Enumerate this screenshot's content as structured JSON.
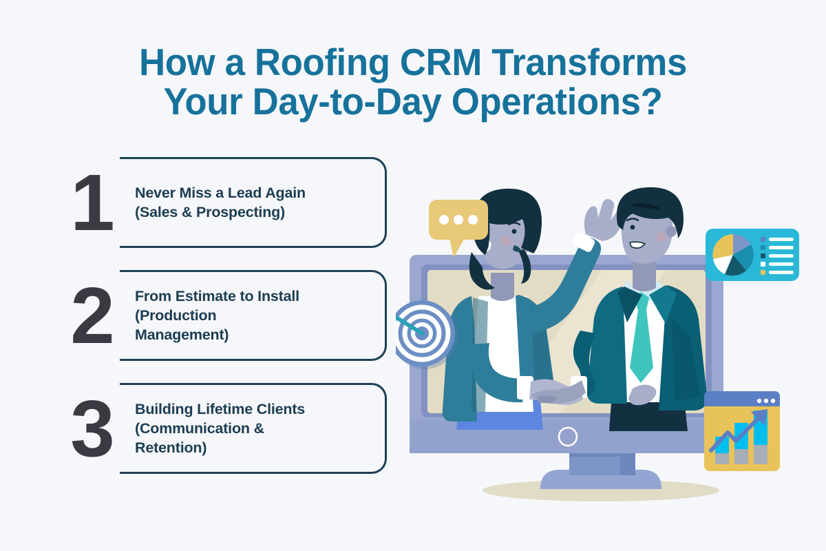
{
  "page": {
    "background_color": "#f6f7fa",
    "accent_color": "#16729b",
    "outline_color": "#1c4255",
    "number_color": "#3b3a42",
    "body_text_color": "#1c3d52"
  },
  "title": {
    "line1": "How a Roofing CRM Transforms",
    "line2": "Your Day-to-Day Operations?"
  },
  "list": {
    "items": [
      {
        "number": "1",
        "line1": "Never Miss a Lead Again",
        "line2": "(Sales & Prospecting)",
        "line3": ""
      },
      {
        "number": "2",
        "line1": "From Estimate to Install",
        "line2": "(Production",
        "line3": "Management)"
      },
      {
        "number": "3",
        "line1": "Building Lifetime Clients",
        "line2": "(Communication &",
        "line3": "Retention)"
      }
    ]
  },
  "illustration": {
    "name": "business-handshake-on-monitor",
    "elements": [
      "monitor",
      "woman-figure",
      "man-figure",
      "handshake",
      "speech-bubble",
      "target-with-arrow",
      "pie-chart-card",
      "bar-chart-card"
    ],
    "colors": {
      "monitor_frame": "#9aa7d0",
      "monitor_frame_dark": "#8391c2",
      "monitor_screen": "#e3dcc4",
      "monitor_stand": "#7d96c8",
      "monitor_base": "#93a5d2",
      "floor_shadow": "#e0dcc6",
      "skin": "#a8aec9",
      "skin_shadow": "#9299b8",
      "hair": "#12303f",
      "woman_blazer": "#2e7d9a",
      "woman_blazer_dark": "#24677f",
      "woman_top": "#ffffff",
      "woman_skirt": "#5d86e0",
      "man_suit": "#0f6b82",
      "man_suit_dark": "#0a5166",
      "man_shirt": "#ffffff",
      "man_tie": "#3fc5bd",
      "man_trousers": "#123040",
      "bubble": "#e8c978",
      "card_cyan": "#29b8d8",
      "card_yellow": "#e8c35a",
      "target_ring": "#6b8fc4",
      "arrow_teal": "#2aa3b8",
      "chart_bar": "#00bff0",
      "chart_bar_base": "#a7aeb8",
      "chart_arrow": "#5b7fc4"
    }
  },
  "chart_data": [
    {
      "type": "pie",
      "name": "pie-chart-card",
      "title": "",
      "labels": [
        "segment-1",
        "segment-2",
        "segment-3",
        "segment-4",
        "segment-5"
      ],
      "values": [
        28,
        22,
        20,
        22,
        8
      ],
      "colors": [
        "#e8c35a",
        "#7d96c8",
        "#1a8fb0",
        "#14596b",
        "#ffffff"
      ],
      "legend_rows": 5,
      "legend_position": "right",
      "legend_marker_colors": [
        "#5b7fc4",
        "#1a8fb0",
        "#14596b",
        "#ffffff",
        "#e8c35a"
      ],
      "card_background": "#29b8d8"
    },
    {
      "type": "bar",
      "name": "bar-chart-card",
      "title": "",
      "categories": [
        "1",
        "2",
        "3"
      ],
      "values": [
        40,
        65,
        90
      ],
      "base_values": [
        18,
        22,
        26
      ],
      "ylim": [
        0,
        100
      ],
      "grid": false,
      "annotation": "upward-trend-arrow",
      "bar_color": "#00bff0",
      "base_color": "#a7aeb8",
      "card_background": "#e8c35a"
    }
  ]
}
